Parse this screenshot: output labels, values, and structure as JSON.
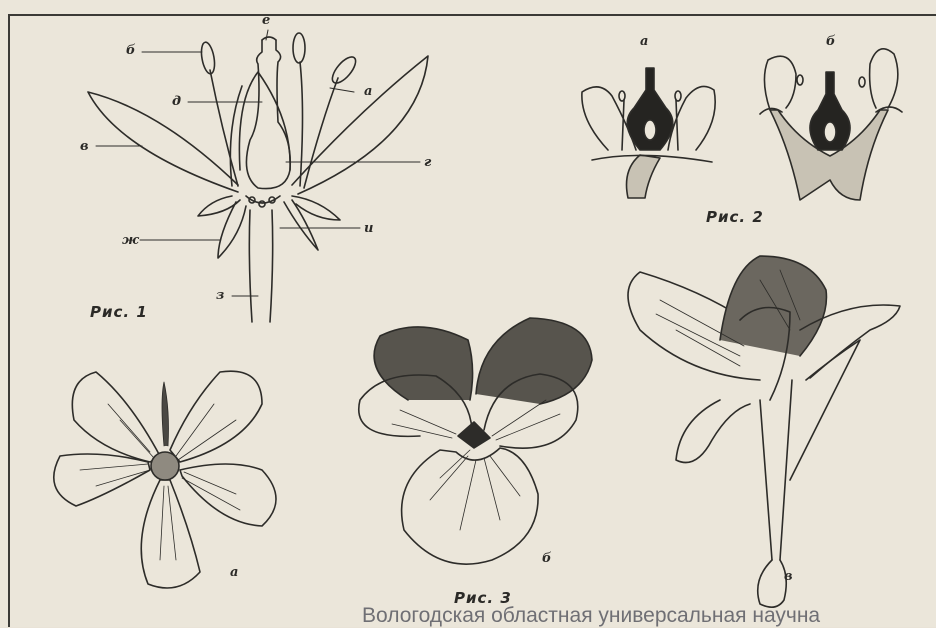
{
  "figure1": {
    "caption": "Рис. 1",
    "labels": {
      "a": "а",
      "b": "б",
      "v": "в",
      "g": "г",
      "d": "д",
      "e": "е",
      "zh": "ж",
      "z": "з",
      "i": "и"
    }
  },
  "figure2": {
    "caption": "Рис. 2",
    "labels": {
      "a": "а",
      "b": "б"
    }
  },
  "figure3": {
    "caption": "Рис. 3",
    "labels": {
      "a": "а",
      "b": "б",
      "v": "в"
    }
  },
  "watermark": "Вологодская областная универсальная научна"
}
